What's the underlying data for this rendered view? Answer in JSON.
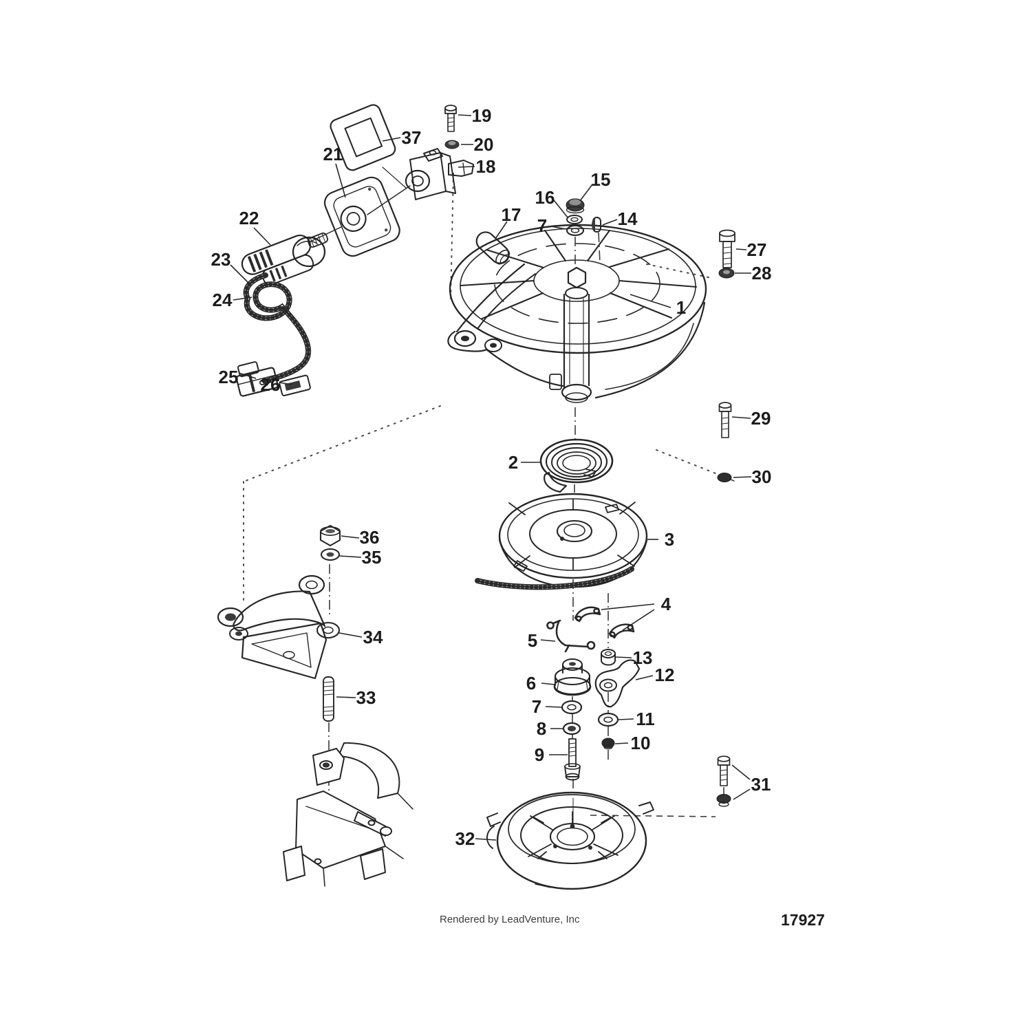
{
  "diagram": {
    "callouts": [
      {
        "label": "1"
      },
      {
        "label": "2"
      },
      {
        "label": "3"
      },
      {
        "label": "4"
      },
      {
        "label": "5"
      },
      {
        "label": "6"
      },
      {
        "label": "7"
      },
      {
        "label": "7"
      },
      {
        "label": "8"
      },
      {
        "label": "9"
      },
      {
        "label": "10"
      },
      {
        "label": "11"
      },
      {
        "label": "12"
      },
      {
        "label": "13"
      },
      {
        "label": "14"
      },
      {
        "label": "15"
      },
      {
        "label": "16"
      },
      {
        "label": "17"
      },
      {
        "label": "18"
      },
      {
        "label": "19"
      },
      {
        "label": "20"
      },
      {
        "label": "21"
      },
      {
        "label": "22"
      },
      {
        "label": "23"
      },
      {
        "label": "24"
      },
      {
        "label": "25"
      },
      {
        "label": "26"
      },
      {
        "label": "27"
      },
      {
        "label": "28"
      },
      {
        "label": "29"
      },
      {
        "label": "30"
      },
      {
        "label": "31"
      },
      {
        "label": "32"
      },
      {
        "label": "33"
      },
      {
        "label": "34"
      },
      {
        "label": "35"
      },
      {
        "label": "36"
      },
      {
        "label": "37"
      }
    ],
    "footer": {
      "credit": "Rendered by LeadVenture, Inc",
      "number": "17927"
    }
  }
}
